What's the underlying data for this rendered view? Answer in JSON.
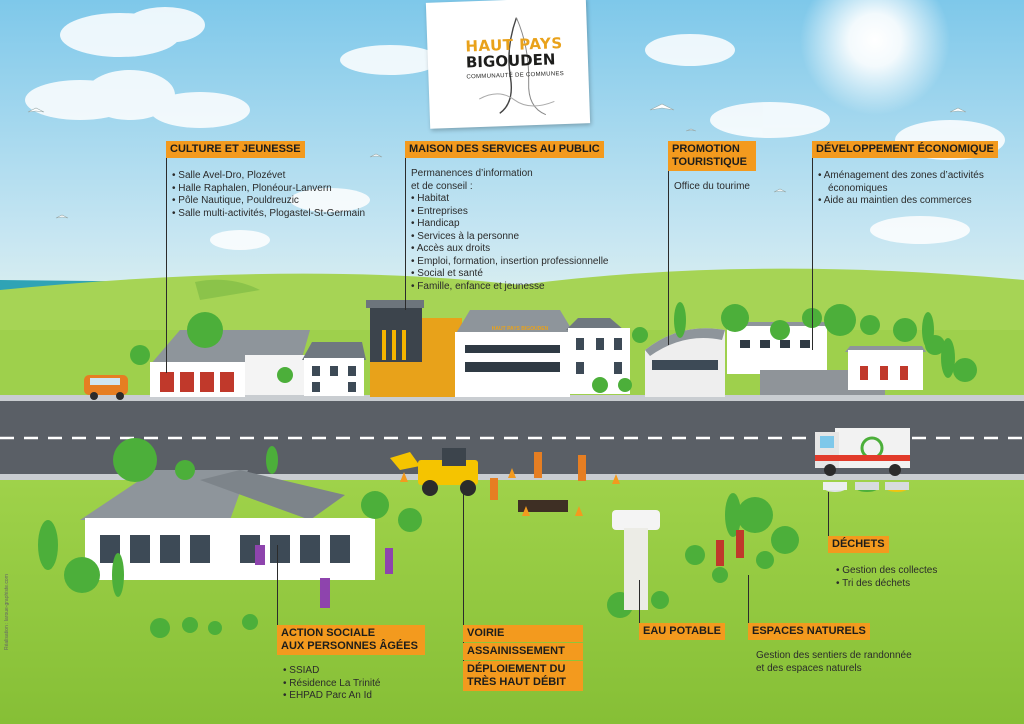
{
  "logo": {
    "line1": "HAUT PAYS",
    "line2": "BIGOUDEN",
    "line3": "COMMUNAUTÉ DE COMMUNES"
  },
  "culture": {
    "title": "CULTURE ET JEUNESSE",
    "items": [
      "Salle Avel-Dro, Plozévet",
      "Halle Raphalen, Plonéour-Lanvern",
      "Pôle Nautique, Pouldreuzic",
      "Salle multi-activités, Plogastel-St-Germain"
    ]
  },
  "maison": {
    "title": "MAISON DES SERVICES AU PUBLIC",
    "intro1": "Permanences d’information",
    "intro2": "et de conseil :",
    "items": [
      "Habitat",
      "Entreprises",
      "Handicap",
      "Services à la personne",
      "Accès aux droits",
      "Emploi, formation, insertion professionnelle",
      "Social et santé",
      "Famille, enfance et jeunesse"
    ]
  },
  "promotion": {
    "title1": "PROMOTION",
    "title2": "TOURISTIQUE",
    "text": "Office du tourime"
  },
  "economie": {
    "title": "DÉVELOPPEMENT ÉCONOMIQUE",
    "items": [
      "Aménagement des zones d’activités économiques",
      "Aide au maintien des commerces"
    ]
  },
  "dechets": {
    "title": "DÉCHETS",
    "items": [
      "Gestion des collectes",
      "Tri des déchets"
    ]
  },
  "action": {
    "title1": "ACTION SOCIALE",
    "title2": "AUX PERSONNES ÂGÉES",
    "items": [
      "SSIAD",
      "Résidence La Trinité",
      "EHPAD Parc An Id"
    ]
  },
  "voirie": {
    "labels": [
      "VOIRIE",
      "ASSAINISSEMENT"
    ],
    "label3a": "DÉPLOIEMENT DU",
    "label3b": "TRÈS HAUT DÉBIT"
  },
  "eau": {
    "title": "EAU POTABLE"
  },
  "espaces": {
    "title": "ESPACES NATURELS",
    "text1": "Gestion des sentiers de randonnée",
    "text2": "et des espaces naturels"
  },
  "building_sign": "HAUT PAYS BIGOUDEN",
  "credit": "Réalisation : laroue-graphiste.com",
  "colors": {
    "sky": "#9fd3ee",
    "grass": "#8cc43f",
    "road": "#5a5f66",
    "label": "#f39a1e",
    "sea": "#2fa3b5"
  }
}
